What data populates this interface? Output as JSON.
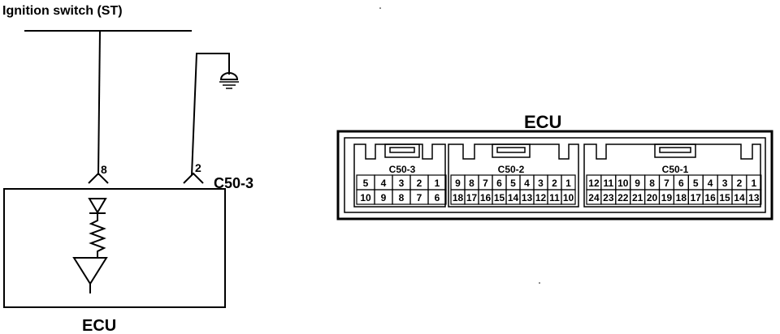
{
  "schematic": {
    "title": "Ignition switch (ST)",
    "connector_label": "C50-3",
    "pin_left": "8",
    "pin_right": "2",
    "ecu_label": "ECU"
  },
  "connector_view": {
    "title": "ECU",
    "c50_3": {
      "label": "C50-3",
      "top_row": [
        "5",
        "4",
        "3",
        "2",
        "1"
      ],
      "bottom_row": [
        "10",
        "9",
        "8",
        "7",
        "6"
      ]
    },
    "c50_2": {
      "label": "C50-2",
      "top_row": [
        "9",
        "8",
        "7",
        "6",
        "5",
        "4",
        "3",
        "2",
        "1"
      ],
      "bottom_row": [
        "18",
        "17",
        "16",
        "15",
        "14",
        "13",
        "12",
        "11",
        "10"
      ]
    },
    "c50_1": {
      "label": "C50-1",
      "top_row": [
        "12",
        "11",
        "10",
        "9",
        "8",
        "7",
        "6",
        "5",
        "4",
        "3",
        "2",
        "1"
      ],
      "bottom_row": [
        "24",
        "23",
        "22",
        "21",
        "20",
        "19",
        "18",
        "17",
        "16",
        "15",
        "14",
        "13"
      ]
    }
  }
}
